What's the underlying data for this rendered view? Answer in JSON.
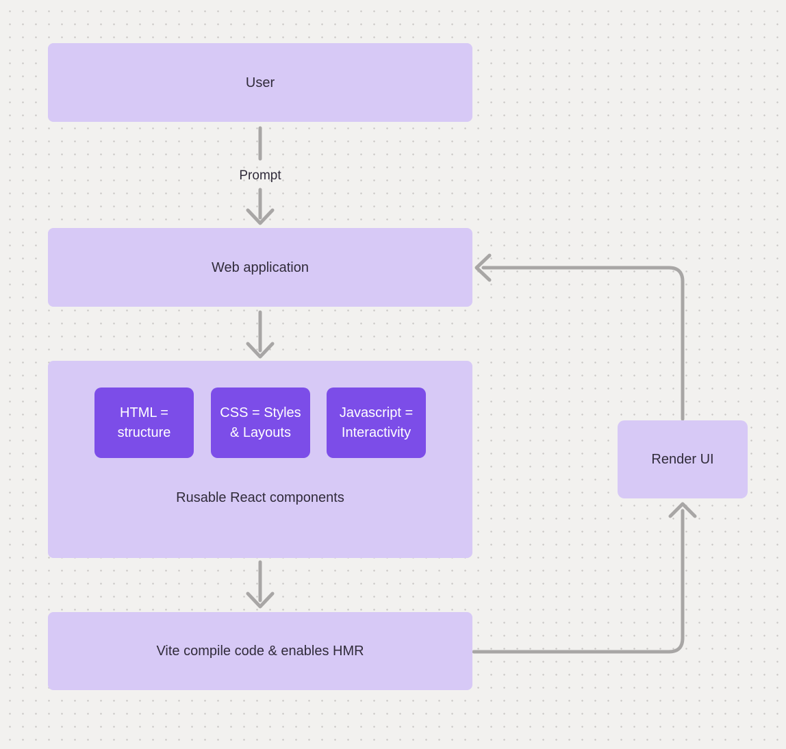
{
  "diagram": {
    "nodes": {
      "user": {
        "label": "User"
      },
      "web_application": {
        "label": "Web application"
      },
      "components_group": {
        "caption": "Rusable React components",
        "children": [
          {
            "label": "HTML = structure"
          },
          {
            "label": "CSS = Styles & Layouts"
          },
          {
            "label": "Javascript = Interactivity"
          }
        ]
      },
      "vite": {
        "label": "Vite compile code & enables HMR"
      },
      "render_ui": {
        "label": "Render UI"
      }
    },
    "edge_labels": {
      "prompt": "Prompt"
    },
    "edges": [
      {
        "from": "user",
        "to": "web_application",
        "label": "Prompt",
        "direction": "down"
      },
      {
        "from": "web_application",
        "to": "components_group",
        "label": "",
        "direction": "down"
      },
      {
        "from": "components_group",
        "to": "vite",
        "label": "",
        "direction": "down"
      },
      {
        "from": "vite",
        "to": "render_ui",
        "label": "",
        "direction": "right-then-up"
      },
      {
        "from": "render_ui",
        "to": "web_application",
        "label": "",
        "direction": "up-then-left"
      }
    ]
  },
  "colors": {
    "canvas_bg": "#f2f1ef",
    "dot": "#c8c6c4",
    "node_fill": "#d7c9f6",
    "child_fill": "#7c4de8",
    "connector": "#a8a6a5",
    "text_dark": "#302b3a",
    "text_light": "#ffffff"
  }
}
